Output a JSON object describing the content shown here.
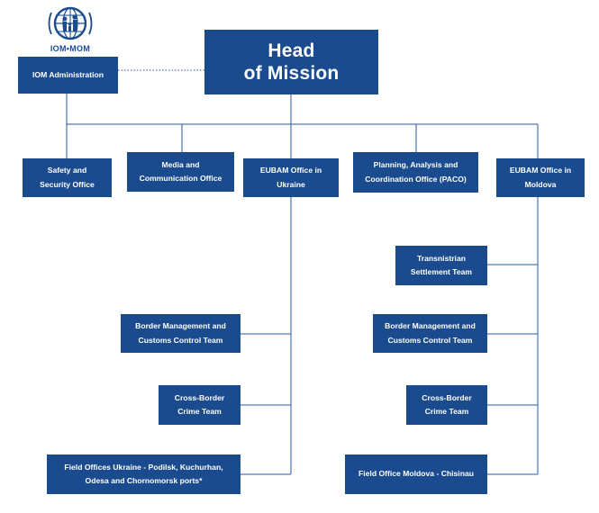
{
  "logo": {
    "text": "IOM•MOM",
    "icon": "iom-globe-family-icon",
    "color": "#1a4b8e"
  },
  "colors": {
    "box": "#1a4b8e",
    "line": "#2b5aa0"
  },
  "head": {
    "line1": "Head",
    "line2": "of Mission"
  },
  "admin": {
    "label": "IOM Administration"
  },
  "departments": {
    "safety": {
      "line1": "Safety and",
      "line2": "Security Office"
    },
    "media": {
      "line1": "Media and",
      "line2": "Communication Office"
    },
    "ukraine": {
      "line1": "EUBAM Office in",
      "line2": "Ukraine"
    },
    "paco": {
      "line1": "Planning, Analysis and",
      "line2": "Coordination Office (PACO)"
    },
    "moldova": {
      "line1": "EUBAM Office in",
      "line2": "Moldova"
    }
  },
  "ukraine_units": {
    "border": {
      "line1": "Border Management and",
      "line2": "Customs Control Team"
    },
    "crime": {
      "line1": "Cross-Border",
      "line2": "Crime Team"
    },
    "field": {
      "line1": "Field Offices Ukraine - Podilsk, Kuchurhan,",
      "line2": "Odesa and Chornomorsk ports*"
    }
  },
  "moldova_units": {
    "transnistrian": {
      "line1": "Transnistrian",
      "line2": "Settlement Team"
    },
    "border": {
      "line1": "Border Management and",
      "line2": "Customs Control Team"
    },
    "crime": {
      "line1": "Cross-Border",
      "line2": "Crime Team"
    },
    "field": {
      "label": "Field Office Moldova - Chisinau"
    }
  }
}
